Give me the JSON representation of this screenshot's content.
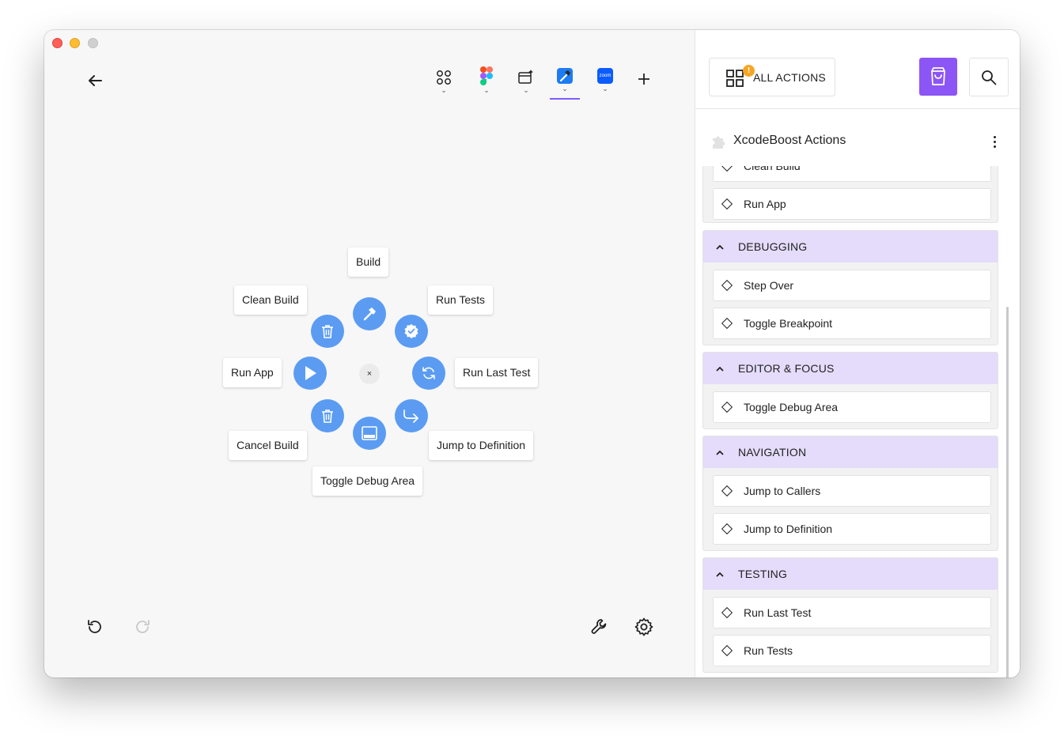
{
  "window": {
    "traffic_lights": [
      "close",
      "minimize",
      "zoom"
    ]
  },
  "toolbar": {
    "apps": [
      {
        "name": "all-apps",
        "icon": "grid-circles-icon"
      },
      {
        "name": "figma",
        "icon": "figma-icon"
      },
      {
        "name": "app-3",
        "icon": "window-sparkle-icon"
      },
      {
        "name": "xcode",
        "icon": "xcode-hammer-icon",
        "active": true
      },
      {
        "name": "zoom",
        "icon": "zoom-icon",
        "text": "zoom"
      }
    ],
    "caret": "⌄"
  },
  "radial": {
    "labels": {
      "build": "Build",
      "clean_build": "Clean Build",
      "run_tests": "Run Tests",
      "run_app": "Run App",
      "run_last_test": "Run Last Test",
      "cancel_build": "Cancel Build",
      "jump_to_definition": "Jump to Definition",
      "toggle_debug_area": "Toggle Debug Area"
    },
    "center_close": "×",
    "button_color": "#5b9cf2"
  },
  "panel": {
    "all_actions_label": "ALL ACTIONS",
    "warning_badge": "!",
    "plugin_title": "XcodeBoost Actions",
    "groups": [
      {
        "title": "",
        "items": [
          "Clean Build",
          "Run App"
        ]
      },
      {
        "title": "DEBUGGING",
        "items": [
          "Step Over",
          "Toggle Breakpoint"
        ]
      },
      {
        "title": "EDITOR & FOCUS",
        "items": [
          "Toggle Debug Area"
        ]
      },
      {
        "title": "NAVIGATION",
        "items": [
          "Jump to Callers",
          "Jump to Definition"
        ]
      },
      {
        "title": "TESTING",
        "items": [
          "Run Last Test",
          "Run Tests"
        ]
      }
    ],
    "accent": "#8c55f5",
    "group_header_color": "#e4dcfa"
  }
}
